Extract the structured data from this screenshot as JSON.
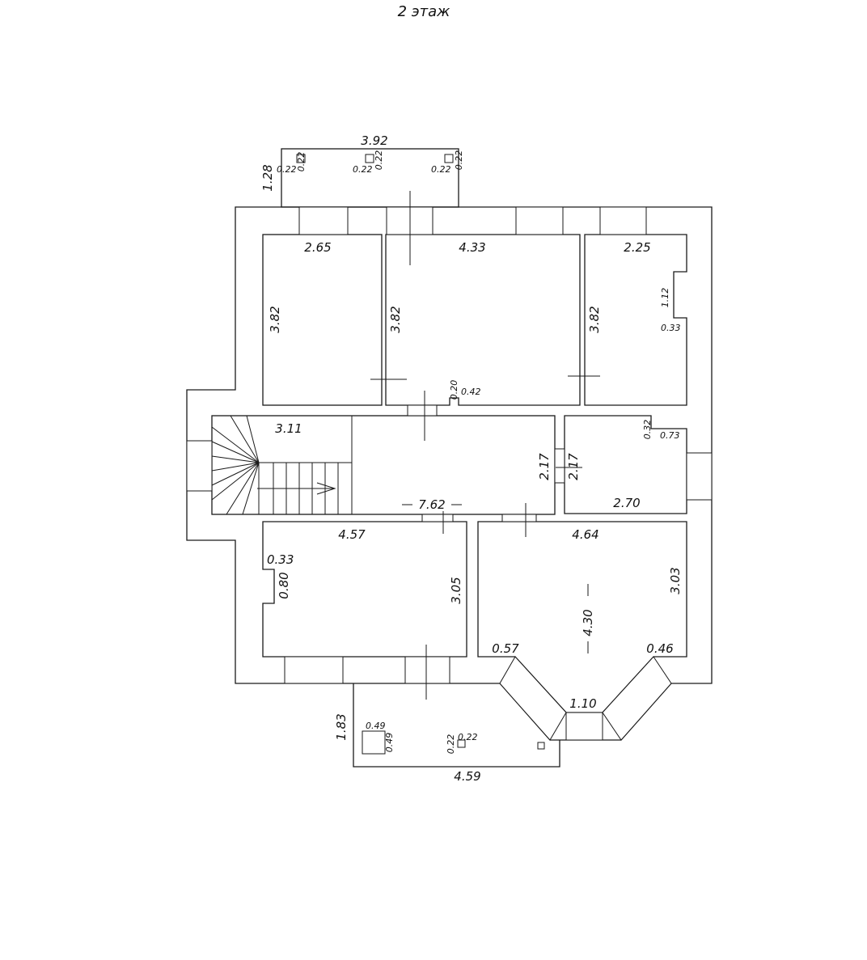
{
  "title": "2 этаж",
  "balcony_top": {
    "width": "3.92",
    "depth": "1.28",
    "sq": [
      "0.22",
      "0.22",
      "0.22",
      "0.22",
      "0.22",
      "0.22"
    ]
  },
  "room_nw": {
    "width": "2.65",
    "height": "3.82"
  },
  "room_n": {
    "width": "4.33",
    "height": "3.82",
    "niche_a": "0.20",
    "niche_b": "0.42"
  },
  "room_ne": {
    "width": "2.25",
    "height": "3.82",
    "niche_h": "1.12",
    "niche_w": "0.33"
  },
  "stairs": {
    "width": "3.11"
  },
  "hall": {
    "length": "7.62",
    "height": "2.17"
  },
  "room_e": {
    "width": "2.70",
    "height": "2.17",
    "niche_a": "0.32",
    "niche_b": "0.73"
  },
  "room_sw": {
    "width": "4.57",
    "height": "3.05",
    "niche_w": "0.33",
    "niche_h": "0.80"
  },
  "room_se": {
    "width": "4.64",
    "height": "3.03",
    "depth": "4.30",
    "bay_left": "0.57",
    "bay_right": "0.46",
    "bay_front": "1.10"
  },
  "balcony_bottom": {
    "width": "4.59",
    "depth": "1.83",
    "sq_a": "0.49",
    "sq_b": "0.49",
    "sq_c": "0.22",
    "sq_d": "0.22"
  }
}
